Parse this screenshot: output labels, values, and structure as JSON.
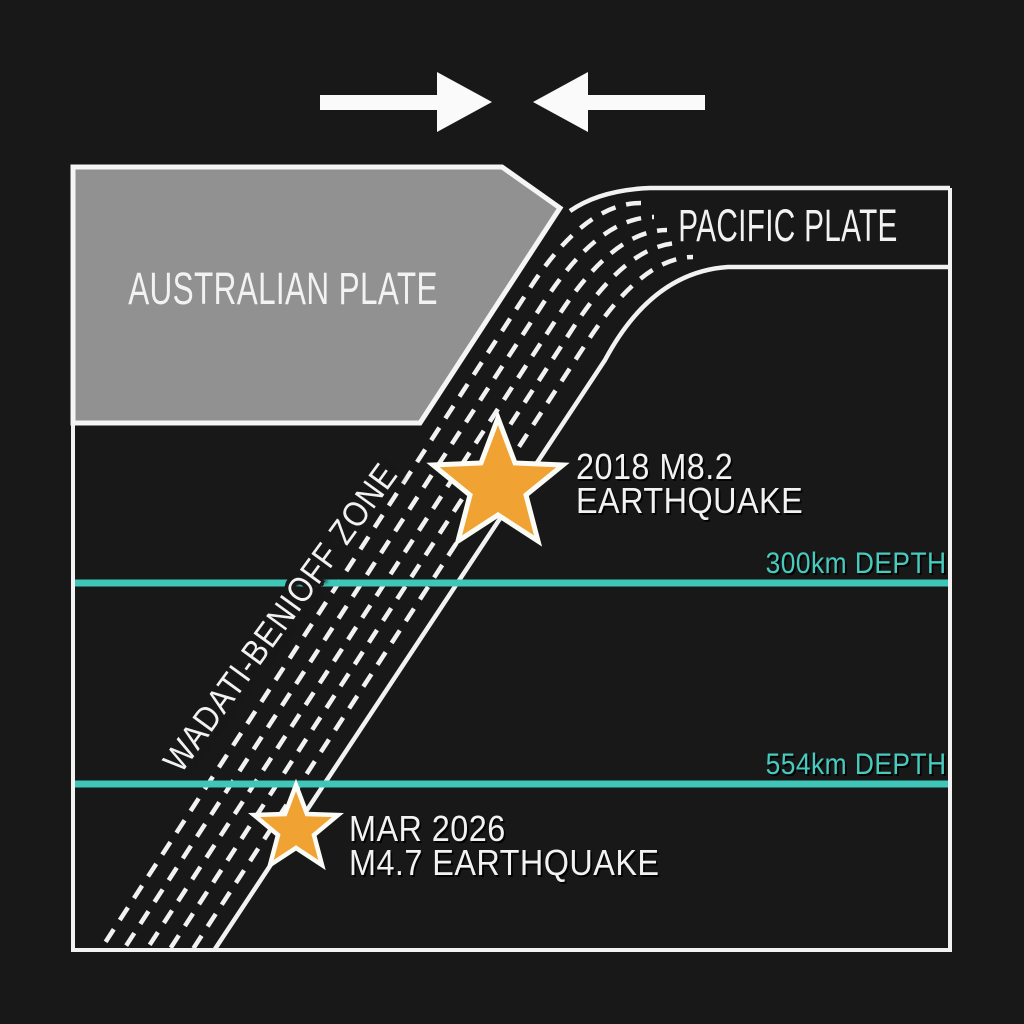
{
  "diagram": {
    "plates": {
      "australian": {
        "label": "AUSTRALIAN PLATE"
      },
      "pacific": {
        "label": "PACIFIC PLATE"
      }
    },
    "zone": {
      "label": "WADATI-BENIOFF ZONE"
    },
    "earthquakes": [
      {
        "line1": "2018 M8.2",
        "line2": "EARTHQUAKE",
        "marker": "star-icon"
      },
      {
        "line1": "MAR 2026",
        "line2": "M4.7 EARTHQUAKE",
        "marker": "star-icon"
      }
    ],
    "depth_markers": [
      {
        "label": "300km DEPTH"
      },
      {
        "label": "554km DEPTH"
      }
    ],
    "icons": {
      "top_left": "arrow-right-icon",
      "top_right": "arrow-left-icon"
    },
    "colors": {
      "background": "#181818",
      "plate_gray": "#919191",
      "line_white": "#F2F2F2",
      "depth_teal": "#3EC6B8",
      "star_orange": "#F0A232"
    }
  }
}
